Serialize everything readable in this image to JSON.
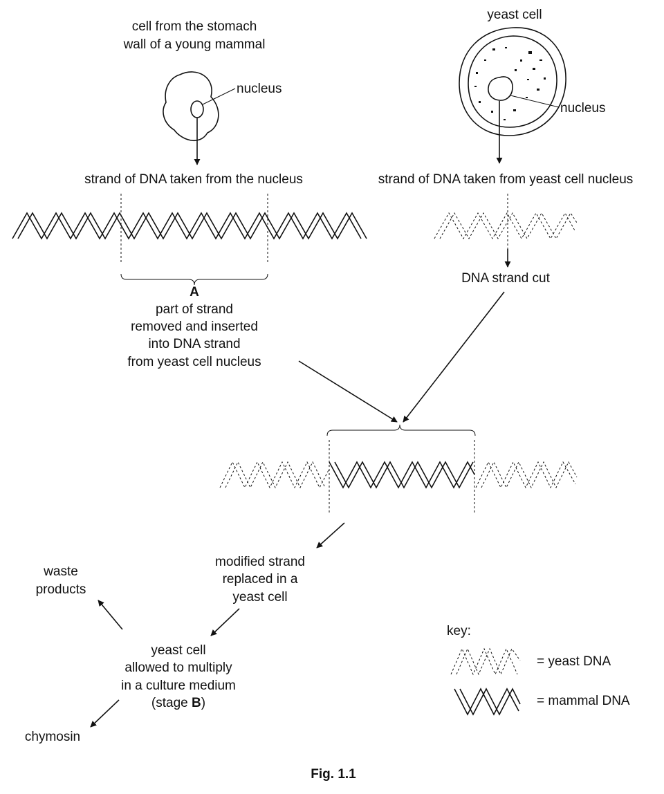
{
  "mammal_cell": {
    "title_line1": "cell from the stomach",
    "title_line2": "wall of a young mammal",
    "nucleus_label": "nucleus",
    "strand_label": "strand of DNA taken from the nucleus"
  },
  "yeast_cell": {
    "title": "yeast cell",
    "nucleus_label": "nucleus",
    "strand_label": "strand of DNA taken from yeast cell nucleus",
    "cut_label": "DNA strand cut"
  },
  "section_a": {
    "letter": "A",
    "line1": "part of strand",
    "line2": "removed and inserted",
    "line3": "into DNA strand",
    "line4": "from yeast cell nucleus"
  },
  "modified": {
    "line1": "modified strand",
    "line2": "replaced in a",
    "line3": "yeast cell"
  },
  "waste": {
    "line1": "waste",
    "line2": "products"
  },
  "stage_b": {
    "line1": "yeast cell",
    "line2": "allowed to multiply",
    "line3": "in a culture medium",
    "line4_prefix": "(stage ",
    "letter": "B",
    "line4_suffix": ")"
  },
  "chymosin_label": "chymosin",
  "key": {
    "title": "key:",
    "yeast_label": "= yeast DNA",
    "mammal_label": "= mammal DNA"
  },
  "caption": "Fig. 1.1"
}
